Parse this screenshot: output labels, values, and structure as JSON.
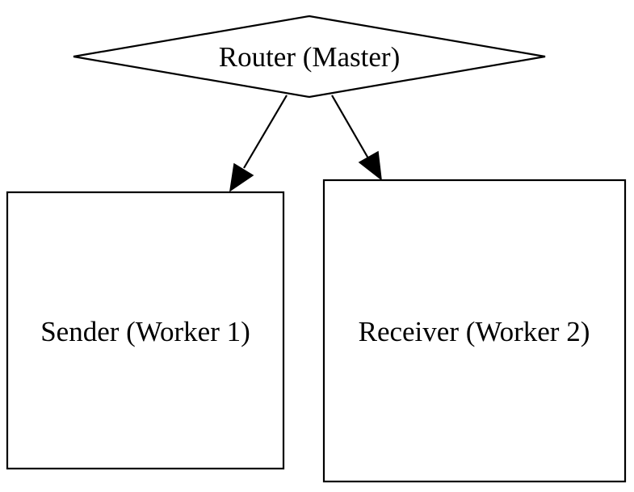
{
  "nodes": {
    "router": {
      "label": "Router (Master)",
      "shape": "diamond"
    },
    "sender": {
      "label": "Sender (Worker 1)",
      "shape": "box"
    },
    "receiver": {
      "label": "Receiver (Worker 2)",
      "shape": "box"
    }
  },
  "edges": [
    {
      "from": "router",
      "to": "sender"
    },
    {
      "from": "router",
      "to": "receiver"
    }
  ],
  "colors": {
    "stroke": "#000000",
    "fill": "#ffffff",
    "text": "#000000"
  }
}
